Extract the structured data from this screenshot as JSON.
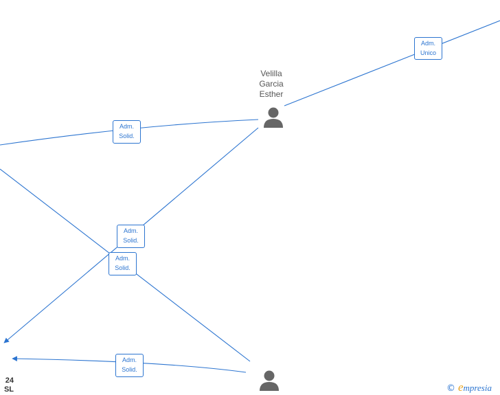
{
  "persons": [
    {
      "id": "velilla",
      "name_lines": [
        "Velilla",
        "Garcia",
        "Esther"
      ]
    },
    {
      "id": "unnamed",
      "name_lines": []
    }
  ],
  "company_fragment": {
    "lines": [
      "24",
      "SL"
    ]
  },
  "edges": [
    {
      "from": "velilla",
      "to": "offscreen-top-right",
      "label": [
        "Adm.",
        "Unico"
      ]
    },
    {
      "from": "velilla",
      "to": "offscreen-left",
      "label": [
        "Adm.",
        "Solid."
      ]
    },
    {
      "from": "velilla",
      "to": "company",
      "label": [
        "Adm.",
        "Solid."
      ]
    },
    {
      "from": "unnamed",
      "to": "offscreen-left",
      "label": [
        "Adm.",
        "Solid."
      ]
    },
    {
      "from": "unnamed",
      "to": "company",
      "label": [
        "Adm.",
        "Solid."
      ]
    }
  ],
  "brand": {
    "copyright": "©",
    "first_letter": "e",
    "rest": "mpresia"
  },
  "colors": {
    "edge": "#2b74d0",
    "person_icon": "#666666",
    "brand_accent": "#e8a323"
  },
  "icons": {
    "person": "person-silhouette-icon"
  }
}
